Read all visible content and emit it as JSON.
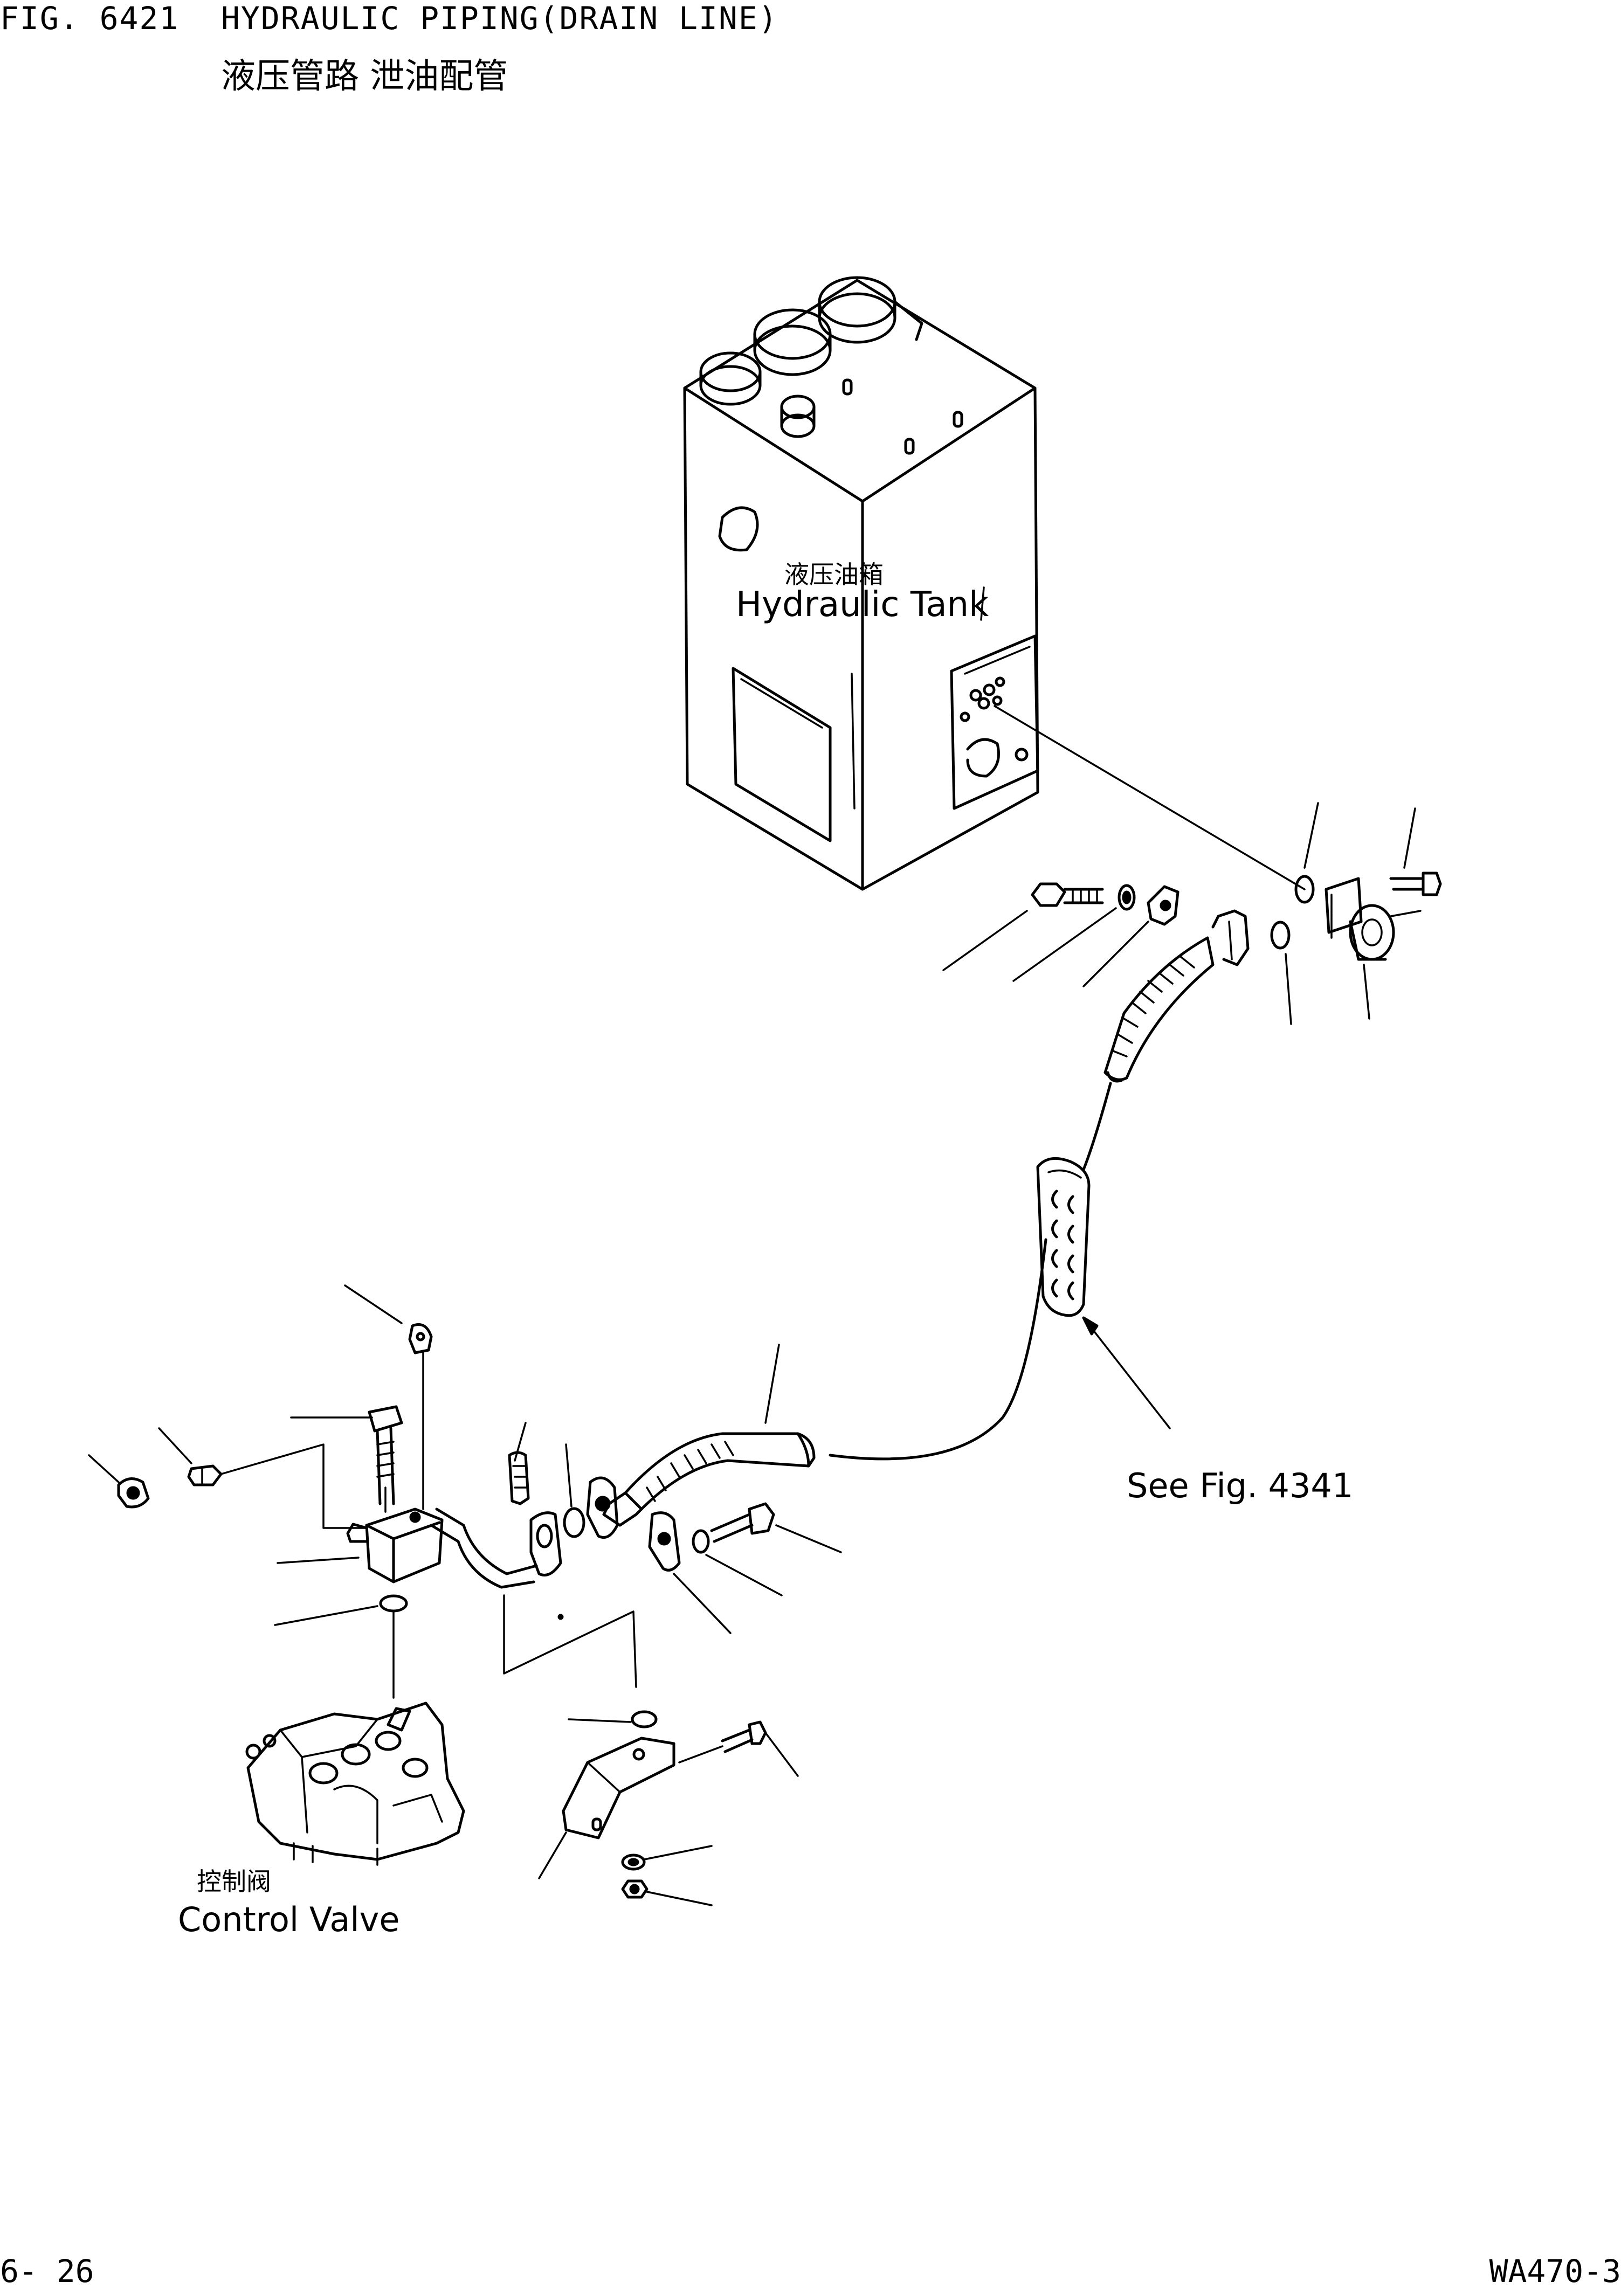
{
  "header": {
    "figure_number": "FIG. 6421",
    "title_en": "HYDRAULIC PIPING(DRAIN LINE)",
    "title_cn": "液压管路 泄油配管"
  },
  "labels": {
    "hydraulic_tank_cn": "液压油箱",
    "hydraulic_tank_en": "Hydraulic Tank",
    "see_reference": "See Fig. 4341",
    "control_valve_cn": "控制阀",
    "control_valve_en": "Control Valve"
  },
  "footer": {
    "page_number": "6- 26",
    "model_number": "WA470-3"
  }
}
